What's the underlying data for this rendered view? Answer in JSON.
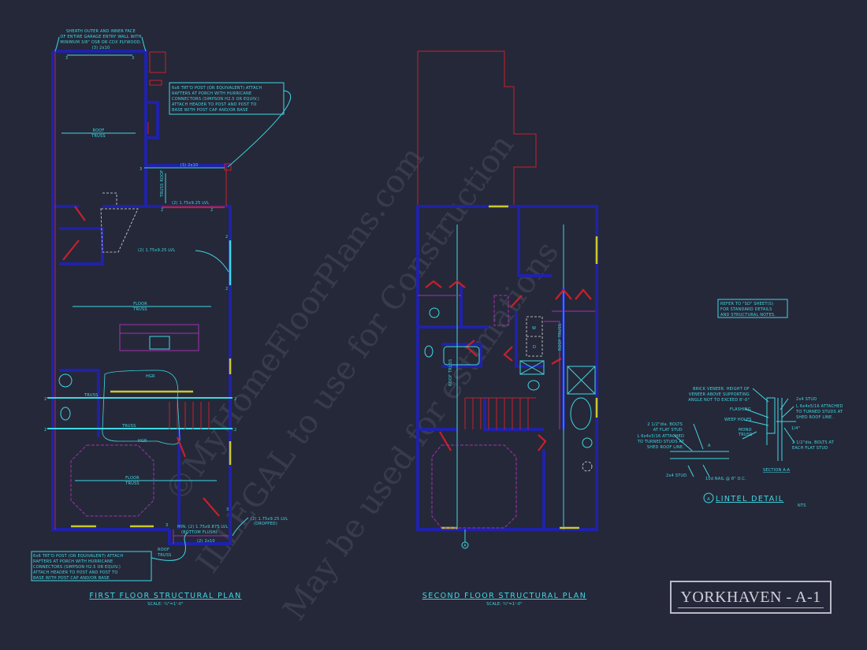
{
  "sheet_title": "YORKHAVEN - A-1",
  "watermark": [
    "©MyHomeFloorPlans.com",
    "ILLEGAL to use for Construction",
    "May be used for estimations"
  ],
  "first_floor": {
    "title": "FIRST FLOOR STRUCTURAL PLAN",
    "scale": "SCALE: ¼\"=1'-0\"",
    "notes": {
      "sheath": [
        "SHEATH OUTER AND INNER FACE",
        "OF ENTIRE GARAGE ENTRY WALL WITH",
        "MINIMUM 3/8\" OSB OR CDX PLYWOOD."
      ],
      "post_top": [
        "6x6 TRT'D POST (OR EQUIVALENT) ATTACH",
        "RAFTERS AT PORCH WITH HURRICANE",
        "CONNECTORS (SIMPSON H2.5 OR EQUIV.)",
        "ATTACH HEADER TO POST AND POST TO",
        "BASE WITH POST CAP AND/OR BASE"
      ],
      "post_bottom": [
        "6x6 TRT'D POST (OR EQUIVALENT) ATTACH",
        "RAFTERS AT PORCH WITH HURRICANE",
        "CONNECTORS (SIMPSON H2.5 OR EQUIV.)",
        "ATTACH HEADER TO POST AND POST TO",
        "BASE WITH POST CAP AND/OR BASE"
      ],
      "garage_header": "(3) 2x10",
      "porch_header": "(3) 2x10",
      "lvl_top": "(2) 1.75x9.25 LVL",
      "lvl_side": "(2) 1.75x9.25 LVL",
      "lvl_dropped": [
        "(2) 1.75x9.25 LVL",
        "(DROPPED)"
      ],
      "min_lvl": [
        "MIN. (2) 1.75x9.875 LVL",
        "(BOTTOM FLUSH)"
      ],
      "porch_2x10": "(2) 2x10",
      "roof_truss_garage": [
        "ROOF",
        "TRUSS"
      ],
      "truss_roof_vertical": "TRUSS ROOF",
      "floor_truss_1": [
        "FLOOR",
        "TRUSS"
      ],
      "floor_truss_2": [
        "FLOOR",
        "TRUSS"
      ],
      "roof_truss_porch": [
        "ROOF",
        "TRUSS"
      ],
      "truss_stair": "TRUSS",
      "truss_stair_2": "TRUSS",
      "hgr_top": "HGR",
      "hgr_bottom": "HGR",
      "bearing_numbers": [
        "3",
        "3",
        "3",
        "2",
        "2",
        "2",
        "2",
        "2",
        "2",
        "2",
        "2",
        "3",
        "3"
      ]
    }
  },
  "second_floor": {
    "title": "SECOND FLOOR STRUCTURAL PLAN",
    "scale": "SCALE: ¼\"=1'-0\"",
    "roof_truss_1": "ROOF TRUSS",
    "roof_truss_2": "ROOF TRUSS",
    "washer": "W",
    "dryer": "D",
    "section_marker": "A"
  },
  "notes_box": [
    "REFER TO \"SD\" SHEET(S)",
    "FOR STANDARD DETAILS",
    "AND STRUCTURAL NOTES."
  ],
  "lintel_detail": {
    "marker": "A",
    "title": "LINTEL DETAIL",
    "nts": "NTS",
    "section_title": "SECTION A-A",
    "labels": {
      "brick": [
        "BRICK VENEER. HEIGHT OF",
        "VENEER ABOVE SUPPORTING",
        "ANGLE NOT TO EXCEED 8'-0\""
      ],
      "flashing": "FLASHING",
      "weep": "WEEP HOLES",
      "mono": [
        "MONO",
        "TRUSS"
      ],
      "stud_right": "2x4 STUD",
      "angle_right": [
        "L 6x4x5/16 ATTACHED",
        "TO TURNED STUDS AT",
        "SHED ROOF LINE."
      ],
      "bolts_right": [
        "2 1/2\"dia. BOLTS AT",
        "EACH FLAT STUD"
      ],
      "bolts_left": [
        "2 1/2\"dia. BOLTS",
        "AT FLAT STUD"
      ],
      "angle_left": [
        "L 6x4x5/16 ATTACHED",
        "TO TURNED STUDS AT",
        "SHED ROOF LINE."
      ],
      "stud_left": "2x4 STUD",
      "nail": "10d NAIL @ 8\" O.C.",
      "cut_mark": "A",
      "dim": "1/4\""
    }
  },
  "colors": {
    "background": "#252839",
    "walls": "#1f22a8",
    "structural": "#3fd8e2",
    "doors": "#c8202c",
    "fixtures": "#a232b0",
    "windows": "#c9c92a"
  }
}
